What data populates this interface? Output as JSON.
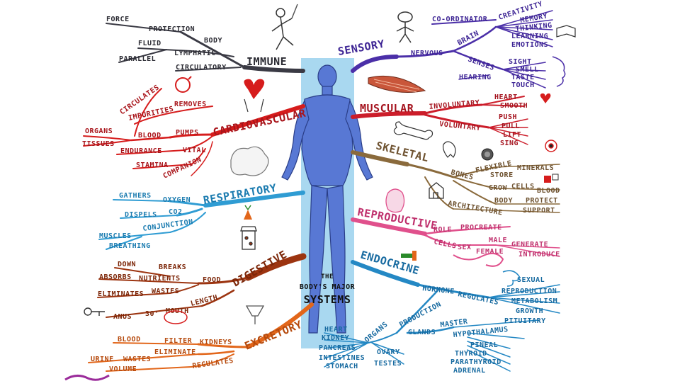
{
  "colors": {
    "immune": "#3a3a44",
    "sensory": "#4b2fa8",
    "cardio": "#d61c1c",
    "muscular": "#cc1d2a",
    "skeletal": "#8a6a3c",
    "respiratory": "#2f9cd3",
    "reproductive": "#e0508c",
    "digestive": "#9c3410",
    "endocrine": "#2488c4",
    "excretory": "#e2661a",
    "figure": "#5878d4",
    "figure_bg": "#a9d8f0"
  },
  "center": {
    "line1": "THE",
    "line2": "BODY'S MAJOR",
    "line3": "SYSTEMS"
  },
  "systems": {
    "immune": {
      "name": "IMMUNE",
      "labels": [
        "FORCE",
        "PROTECTION",
        "BODY",
        "FLUID",
        "LYMPHATIC",
        "PARALLEL",
        "CIRCULATORY"
      ]
    },
    "sensory": {
      "name": "SENSORY",
      "labels": [
        "CO-ORDINATOR",
        "CREATIVITY",
        "MEMORY",
        "THINKING",
        "LEARNING",
        "EMOTIONS",
        "BRAIN",
        "NERVOUS",
        "SENSES",
        "SIGHT",
        "SMELL",
        "TASTE",
        "TOUCH",
        "HEARING"
      ]
    },
    "cardio": {
      "name": "CARDIOVASCULAR",
      "labels": [
        "CIRCULATES",
        "IMPURITIES",
        "REMOVES",
        "ORGANS",
        "TISSUES",
        "BLOOD",
        "PUMPS",
        "ENDURANCE",
        "VITAL",
        "STAMINA",
        "COMPANION"
      ]
    },
    "muscular": {
      "name": "MUSCULAR",
      "labels": [
        "INVOLUNTARY",
        "HEART",
        "SMOOTH",
        "VOLUNTARY",
        "PUSH",
        "PULL",
        "LIFT",
        "SING"
      ]
    },
    "skeletal": {
      "name": "SKELETAL",
      "labels": [
        "BONES",
        "FLEXIBLE",
        "STORE",
        "MINERALS",
        "GROW",
        "CELLS",
        "BLOOD",
        "BODY",
        "PROTECT",
        "ARCHITECTURE",
        "SUPPORT"
      ]
    },
    "respiratory": {
      "name": "RESPIRATORY",
      "labels": [
        "GATHERS",
        "OXYGEN",
        "DISPELS",
        "CO2",
        "CONJUNCTION",
        "MUSCLES",
        "BREATHING"
      ]
    },
    "reproductive": {
      "name": "REPRODUCTIVE",
      "labels": [
        "ROLE",
        "PROCREATE",
        "CELLS",
        "SEX",
        "MALE",
        "FEMALE",
        "GENERATE",
        "INTRODUCE"
      ]
    },
    "digestive": {
      "name": "DIGESTIVE",
      "labels": [
        "DOWN",
        "BREAKS",
        "ABSORBS",
        "NUTRIENTS",
        "FOOD",
        "ELIMINATES",
        "WASTES",
        "LENGTH",
        "ANUS",
        "30'",
        "MOUTH"
      ]
    },
    "endocrine": {
      "name": "ENDOCRINE",
      "labels": [
        "HORMONE",
        "REGULATES",
        "SEXUAL",
        "REPRODUCTION",
        "METABOLISM",
        "GROWTH"
      ]
    },
    "excretory": {
      "name": "EXCRETORY",
      "labels": [
        "BLOOD",
        "FILTER",
        "KIDNEYS",
        "URINE",
        "WASTES",
        "ELIMINATE",
        "VOLUME",
        "REGULATES"
      ]
    },
    "glands": {
      "labels": [
        "PRODUCTION",
        "ORGANS",
        "GLANDS",
        "MASTER",
        "PITUITARY",
        "HYPOTHALAMUS",
        "PINEAL",
        "THYROID",
        "PARATHYROID",
        "ADRENAL",
        "HEART",
        "KIDNEY",
        "PANCREAS",
        "INTESTINES",
        "STOMACH",
        "OVARY",
        "TESTES"
      ]
    }
  }
}
